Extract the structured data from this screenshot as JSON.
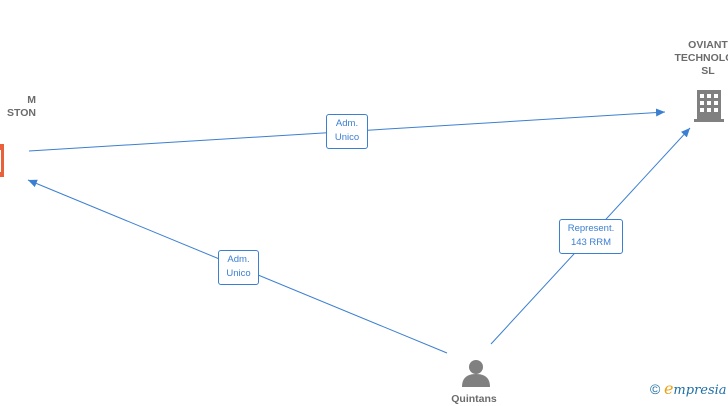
{
  "colors": {
    "edge": "#3b7fd1",
    "node_gray": "#808080",
    "company_accent": "#e8613a",
    "label_text": "#6b6b6b",
    "brand_blue": "#1d6fa6",
    "brand_orange": "#e8a317"
  },
  "nodes": {
    "left_company": {
      "icon": "building-icon",
      "label_lines": [
        "M",
        "STON"
      ]
    },
    "right_company": {
      "icon": "building-icon",
      "label_lines": [
        "OVIANT",
        "TECHNOLOG",
        "SL"
      ]
    },
    "person": {
      "icon": "person-icon",
      "label_lines": [
        "Quintans"
      ]
    }
  },
  "edges": {
    "top": {
      "lines": [
        "Adm.",
        "Unico"
      ]
    },
    "left": {
      "lines": [
        "Adm.",
        "Unico"
      ]
    },
    "right": {
      "lines": [
        "Represent.",
        "143 RRM"
      ]
    }
  },
  "watermark": {
    "copyright": "©",
    "brand_initial": "e",
    "brand_rest": "mpresia"
  }
}
